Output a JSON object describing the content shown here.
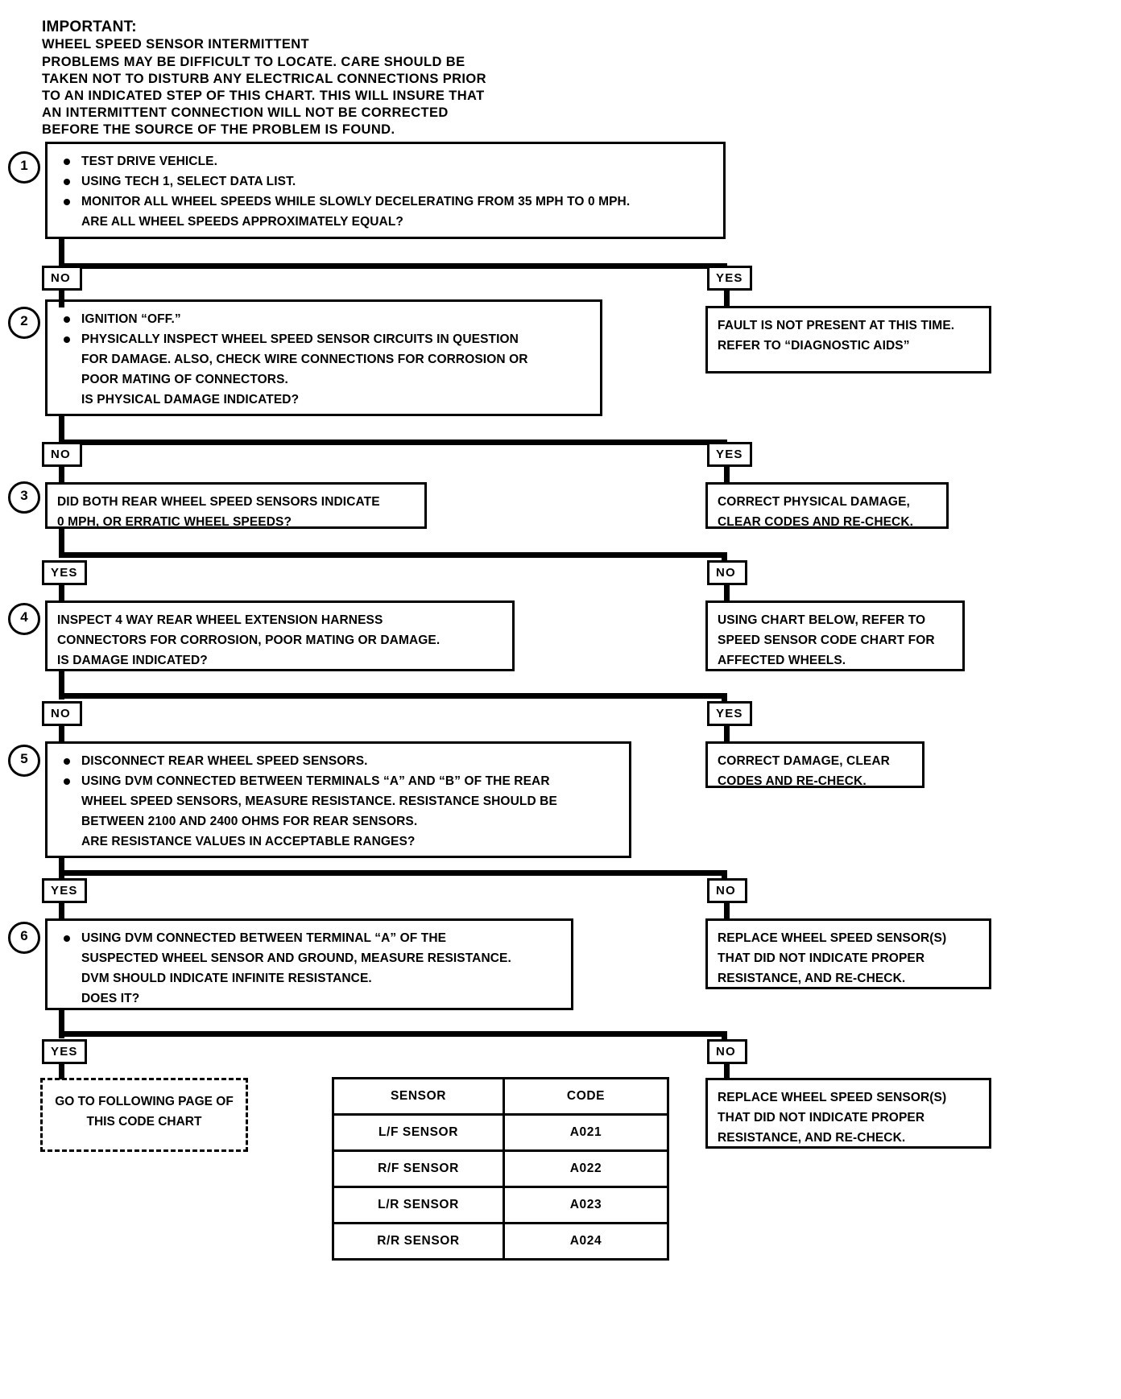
{
  "header": {
    "lead": "IMPORTANT:",
    "body": "WHEEL SPEED SENSOR INTERMITTENT\nPROBLEMS MAY BE DIFFICULT TO LOCATE.  CARE SHOULD BE\nTAKEN NOT TO DISTURB ANY ELECTRICAL CONNECTIONS PRIOR\nTO AN INDICATED STEP OF THIS CHART.  THIS WILL INSURE THAT\nAN INTERMITTENT CONNECTION WILL NOT BE CORRECTED\nBEFORE THE SOURCE OF THE PROBLEM IS FOUND."
  },
  "steps": {
    "s1": {
      "number": "1",
      "bullets": [
        "TEST DRIVE VEHICLE.",
        "USING TECH 1, SELECT DATA LIST.",
        "MONITOR ALL WHEEL SPEEDS WHILE SLOWLY DECELERATING FROM 35 MPH TO 0 MPH.\nARE ALL WHEEL SPEEDS APPROXIMATELY EQUAL?"
      ]
    },
    "s2": {
      "number": "2",
      "bullets": [
        "IGNITION “OFF.”",
        "PHYSICALLY INSPECT WHEEL SPEED SENSOR CIRCUITS IN QUESTION\nFOR DAMAGE.  ALSO, CHECK WIRE CONNECTIONS FOR CORROSION OR\nPOOR MATING OF CONNECTORS.\nIS PHYSICAL DAMAGE INDICATED?"
      ]
    },
    "s3": {
      "number": "3",
      "text": "DID BOTH REAR WHEEL SPEED SENSORS INDICATE\n0 MPH, OR ERRATIC WHEEL SPEEDS?"
    },
    "s4": {
      "number": "4",
      "text": "INSPECT 4 WAY REAR WHEEL EXTENSION HARNESS\nCONNECTORS FOR CORROSION, POOR MATING OR DAMAGE.\nIS DAMAGE INDICATED?"
    },
    "s5": {
      "number": "5",
      "bullets": [
        "DISCONNECT REAR WHEEL SPEED SENSORS.",
        "USING DVM CONNECTED BETWEEN TERMINALS “A” AND “B” OF THE REAR\nWHEEL SPEED SENSORS, MEASURE RESISTANCE.  RESISTANCE SHOULD BE\nBETWEEN 2100 AND 2400 OHMS FOR REAR SENSORS.\nARE RESISTANCE VALUES IN ACCEPTABLE RANGES?"
      ]
    },
    "s6": {
      "number": "6",
      "bullets": [
        "USING DVM CONNECTED BETWEEN TERMINAL “A” OF THE\nSUSPECTED WHEEL SENSOR AND GROUND, MEASURE RESISTANCE.\nDVM SHOULD INDICATE INFINITE RESISTANCE.\nDOES IT?"
      ]
    }
  },
  "branch_labels": {
    "b1_no": "NO",
    "b1_yes": "YES",
    "b2_no": "NO",
    "b2_yes": "YES",
    "b3_yes": "YES",
    "b3_no": "NO",
    "b4_no": "NO",
    "b4_yes": "YES",
    "b5_yes": "YES",
    "b5_no": "NO",
    "b6_yes": "YES",
    "b6_no": "NO"
  },
  "outcomes": {
    "o1": "FAULT IS NOT PRESENT AT THIS TIME.\nREFER TO “DIAGNOSTIC AIDS”",
    "o2": "CORRECT PHYSICAL DAMAGE,\nCLEAR CODES AND RE-CHECK.",
    "o3": "USING CHART BELOW, REFER TO\nSPEED SENSOR CODE CHART FOR\nAFFECTED WHEELS.",
    "o4": "CORRECT DAMAGE, CLEAR\nCODES AND RE-CHECK.",
    "o5": "REPLACE WHEEL SPEED SENSOR(S)\nTHAT DID NOT INDICATE PROPER\nRESISTANCE, AND RE-CHECK.",
    "o6": "REPLACE WHEEL SPEED SENSOR(S)\nTHAT DID NOT INDICATE PROPER\nRESISTANCE, AND RE-CHECK.",
    "goto": "GO TO FOLLOWING PAGE\nOF THIS CODE CHART"
  },
  "code_table": {
    "headers": [
      "SENSOR",
      "CODE"
    ],
    "rows": [
      [
        "L/F SENSOR",
        "A021"
      ],
      [
        "R/F SENSOR",
        "A022"
      ],
      [
        "L/R SENSOR",
        "A023"
      ],
      [
        "R/R SENSOR",
        "A024"
      ]
    ]
  }
}
